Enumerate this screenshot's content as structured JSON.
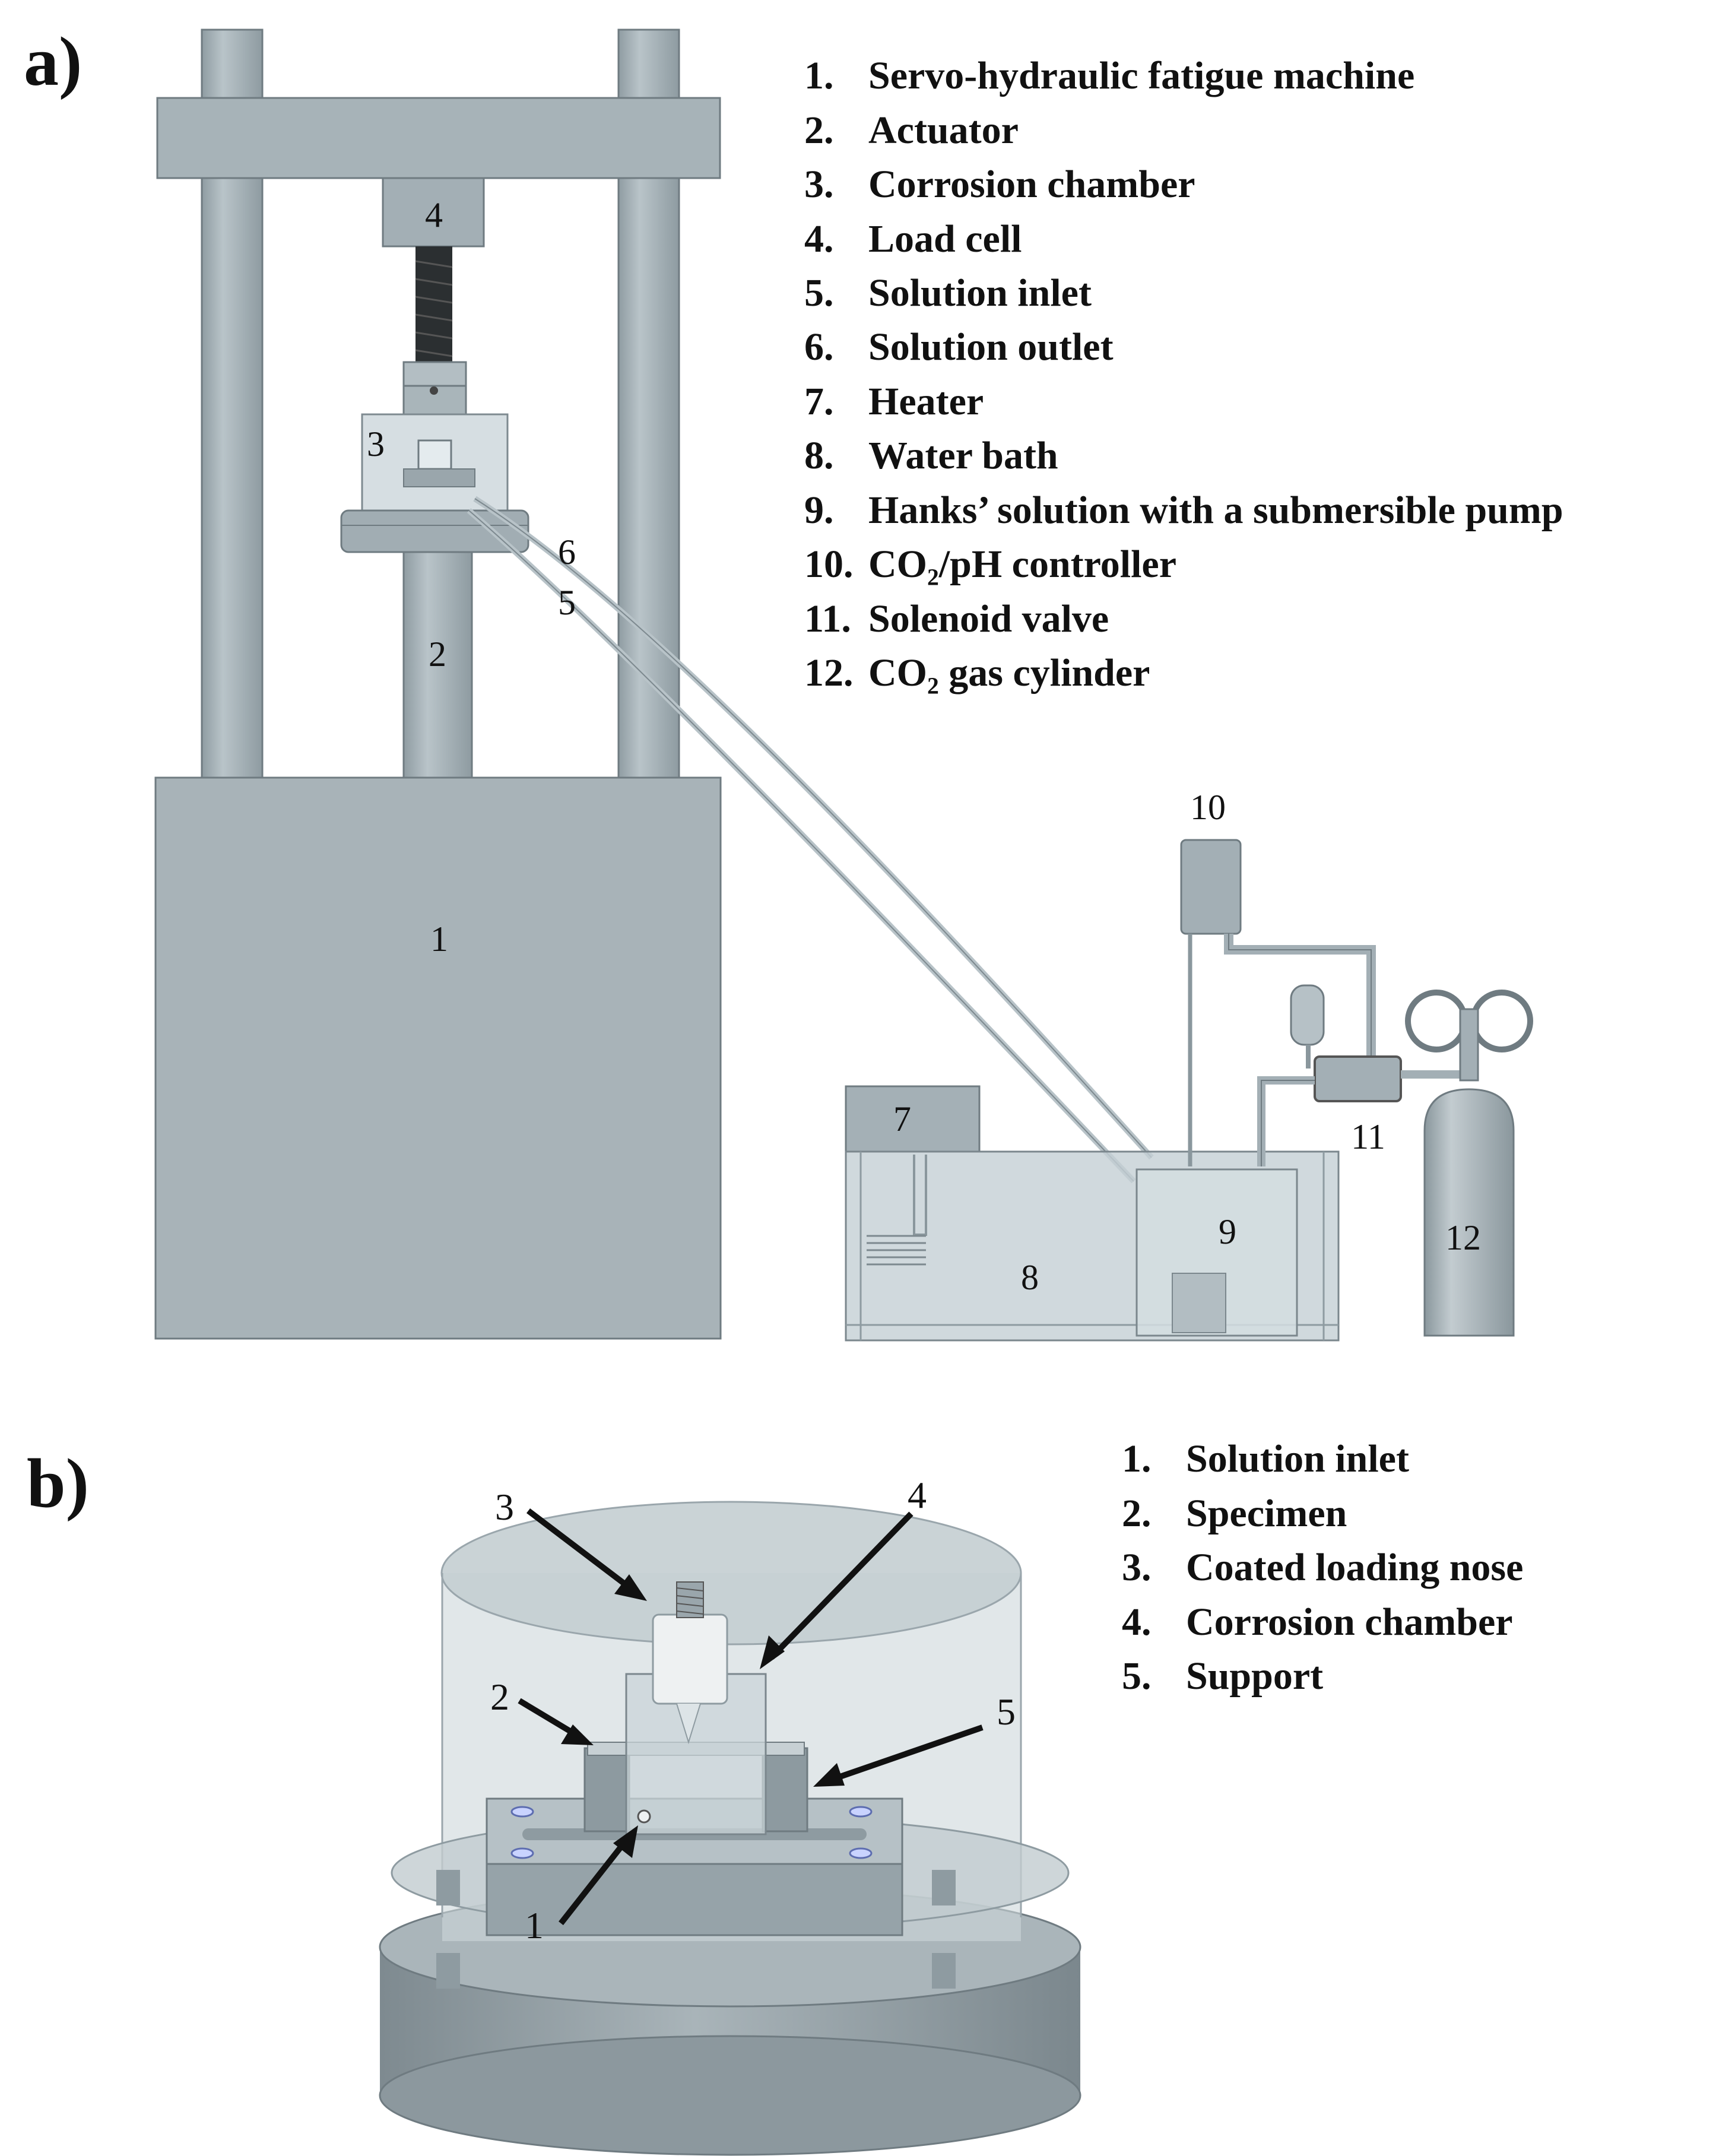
{
  "panel_a": {
    "label": "a)",
    "legend": [
      {
        "num": "1.",
        "text": "Servo-hydraulic fatigue machine"
      },
      {
        "num": "2.",
        "text": "Actuator"
      },
      {
        "num": "3.",
        "text": "Corrosion chamber"
      },
      {
        "num": "4.",
        "text": "Load cell"
      },
      {
        "num": "5.",
        "text": "Solution inlet"
      },
      {
        "num": "6.",
        "text": "Solution outlet"
      },
      {
        "num": "7.",
        "text": "Heater"
      },
      {
        "num": "8.",
        "text": "Water bath"
      },
      {
        "num": "9.",
        "text": "Hanks’ solution with a submersible pump"
      },
      {
        "num": "10.",
        "text": "CO₂/pH controller"
      },
      {
        "num": "11.",
        "text": "Solenoid valve"
      },
      {
        "num": "12.",
        "text": "CO₂ gas cylinder"
      }
    ],
    "callouts": [
      "1",
      "2",
      "3",
      "4",
      "5",
      "6",
      "7",
      "8",
      "9",
      "10",
      "11",
      "12"
    ]
  },
  "panel_b": {
    "label": "b)",
    "legend": [
      {
        "num": "1.",
        "text": "Solution inlet"
      },
      {
        "num": "2.",
        "text": "Specimen"
      },
      {
        "num": "3.",
        "text": "Coated loading nose"
      },
      {
        "num": "4.",
        "text": "Corrosion chamber"
      },
      {
        "num": "5.",
        "text": "Support"
      }
    ],
    "callouts": [
      "1",
      "2",
      "3",
      "4",
      "5"
    ]
  },
  "colors": {
    "machine_gray": "#a6b2b8",
    "machine_edge": "#7b878d",
    "glass": "#c9d6dc",
    "dark_gray": "#8a979d"
  }
}
